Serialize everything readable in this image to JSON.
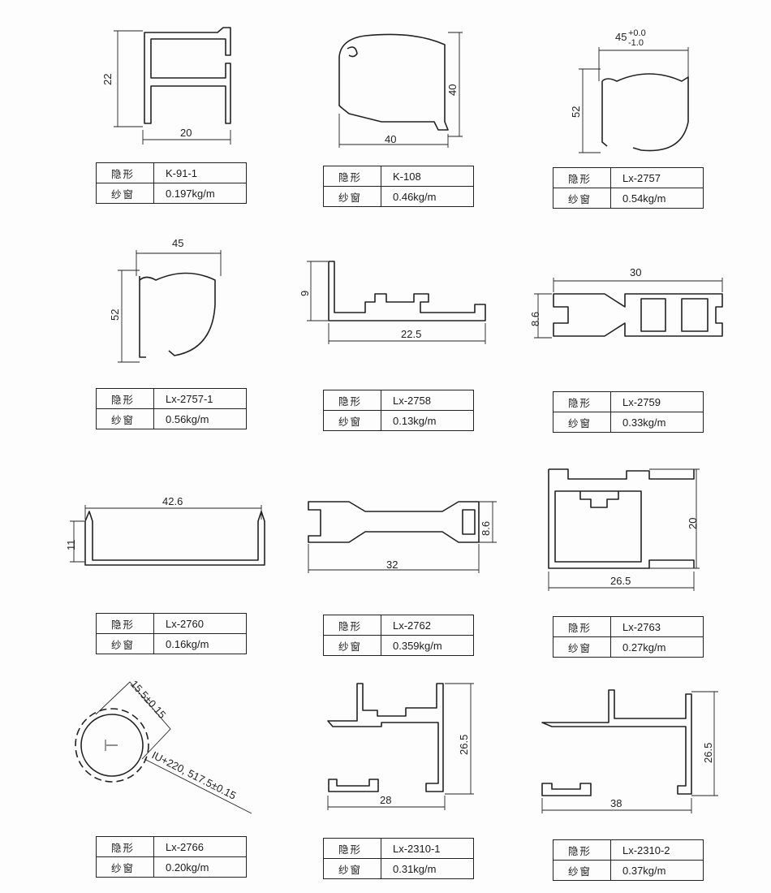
{
  "profiles": [
    {
      "row_label_1": "隐形",
      "row_label_2": "纱窗",
      "code": "K-91-1",
      "weight": "0.197kg/m",
      "dims": [
        "22",
        "20"
      ]
    },
    {
      "row_label_1": "隐形",
      "row_label_2": "纱窗",
      "code": "K-108",
      "weight": "0.46kg/m",
      "dims": [
        "40",
        "40"
      ]
    },
    {
      "row_label_1": "隐形",
      "row_label_2": "纱窗",
      "code": "Lx-2757",
      "weight": "0.54kg/m",
      "dims": [
        "45",
        "+0.0",
        "-1.0",
        "52"
      ]
    },
    {
      "row_label_1": "隐形",
      "row_label_2": "纱窗",
      "code": "Lx-2757-1",
      "weight": "0.56kg/m",
      "dims": [
        "45",
        "52"
      ]
    },
    {
      "row_label_1": "隐形",
      "row_label_2": "纱窗",
      "code": "Lx-2758",
      "weight": "0.13kg/m",
      "dims": [
        "9",
        "22.5"
      ]
    },
    {
      "row_label_1": "隐形",
      "row_label_2": "纱窗",
      "code": "Lx-2759",
      "weight": "0.33kg/m",
      "dims": [
        "30",
        "8.6"
      ]
    },
    {
      "row_label_1": "隐形",
      "row_label_2": "纱窗",
      "code": "Lx-2760",
      "weight": "0.16kg/m",
      "dims": [
        "42.6",
        "11"
      ]
    },
    {
      "row_label_1": "隐形",
      "row_label_2": "纱窗",
      "code": "Lx-2762",
      "weight": "0.359kg/m",
      "dims": [
        "8.6",
        "32"
      ]
    },
    {
      "row_label_1": "隐形",
      "row_label_2": "纱窗",
      "code": "Lx-2763",
      "weight": "0.27kg/m",
      "dims": [
        "20",
        "26.5"
      ]
    },
    {
      "row_label_1": "隐形",
      "row_label_2": "纱窗",
      "code": "Lx-2766",
      "weight": "0.20kg/m",
      "dims": [
        "15.5±0.15",
        "IU+220, 517.5±0.15"
      ]
    },
    {
      "row_label_1": "隐形",
      "row_label_2": "纱窗",
      "code": "Lx-2310-1",
      "weight": "0.31kg/m",
      "dims": [
        "26.5",
        "28"
      ]
    },
    {
      "row_label_1": "隐形",
      "row_label_2": "纱窗",
      "code": "Lx-2310-2",
      "weight": "0.37kg/m",
      "dims": [
        "26.5",
        "38"
      ]
    }
  ]
}
